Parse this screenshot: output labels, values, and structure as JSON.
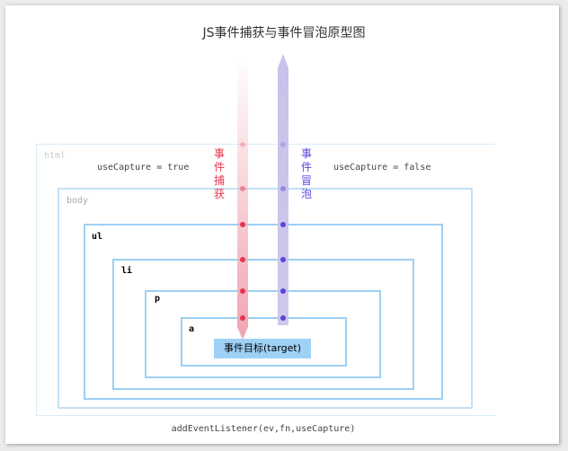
{
  "title": "JS事件捕获与事件冒泡原型图",
  "layers": [
    {
      "label": "html",
      "color": "#d8ecf8",
      "label_color": "#cccccc"
    },
    {
      "label": "body",
      "color": "#c2e1f6",
      "label_color": "#aaaaaa"
    },
    {
      "label": "ul",
      "color": "#9ccff3",
      "label_color": "#000000"
    },
    {
      "label": "li",
      "color": "#9ccff3",
      "label_color": "#000000"
    },
    {
      "label": "p",
      "color": "#9ccff3",
      "label_color": "#000000"
    },
    {
      "label": "a",
      "color": "#9ccff3",
      "label_color": "#000000"
    }
  ],
  "capture": {
    "label": "事件捕获",
    "option": "useCapture = true",
    "color": "#e8344e",
    "arrow_color": "#f0a8b3"
  },
  "bubble": {
    "label": "事件冒泡",
    "option": "useCapture = false",
    "color": "#5a44e0",
    "arrow_color": "#c9c2ea"
  },
  "target": {
    "label": "事件目标(target)",
    "color": "#9fd1f7"
  },
  "footer": "addEventListener(ev,fn,useCapture)"
}
